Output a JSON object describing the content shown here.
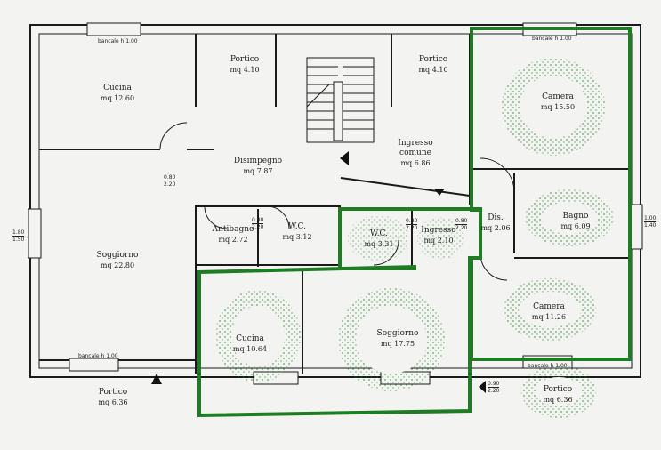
{
  "plan": {
    "line_color": "#1a1a1a",
    "highlight_color": "#1e7d22",
    "stipple_color": "#2e8b2e",
    "rooms": [
      {
        "id": "cucina-left",
        "name": "Cucina",
        "area": "mq 12.60"
      },
      {
        "id": "portico-top-left",
        "name": "Portico",
        "area": "mq 4.10"
      },
      {
        "id": "portico-top-right",
        "name": "Portico",
        "area": "mq 4.10"
      },
      {
        "id": "camera-top",
        "name": "Camera",
        "area": "mq 15.50"
      },
      {
        "id": "disimpegno",
        "name": "Disimpegno",
        "area": "mq 7.87"
      },
      {
        "id": "ingresso-comune",
        "name": "Ingresso\ncomune",
        "area": "mq 6.86"
      },
      {
        "id": "bagno",
        "name": "Bagno",
        "area": "mq 6.09"
      },
      {
        "id": "soggiorno-left",
        "name": "Soggiorno",
        "area": "mq 22.80"
      },
      {
        "id": "antibagno",
        "name": "Antibagno",
        "area": "mq 2.72"
      },
      {
        "id": "wc-left",
        "name": "W.C.",
        "area": "mq 3.12"
      },
      {
        "id": "wc-right",
        "name": "W.C.",
        "area": "mq 3.31"
      },
      {
        "id": "ingresso",
        "name": "Ingresso",
        "area": "mq 2.10"
      },
      {
        "id": "dis",
        "name": "Dis.",
        "area": "mq 2.06"
      },
      {
        "id": "camera-mid",
        "name": "Camera",
        "area": "mq 11.26"
      },
      {
        "id": "cucina-right",
        "name": "Cucina",
        "area": "mq 10.64"
      },
      {
        "id": "soggiorno-right",
        "name": "Soggiorno",
        "area": "mq 17.75"
      },
      {
        "id": "portico-bottom-left",
        "name": "Portico",
        "area": "mq 6.36"
      },
      {
        "id": "portico-bottom-right",
        "name": "Portico",
        "area": "mq 6.36"
      }
    ],
    "dimensions": [
      {
        "id": "d-sill-1",
        "top": "bancale h 1.00",
        "bottom": ""
      },
      {
        "id": "d-sill-2",
        "top": "bancale h 1.00",
        "bottom": ""
      },
      {
        "id": "d-sill-3",
        "top": "bancale h 1.00",
        "bottom": ""
      },
      {
        "id": "d-sill-4",
        "top": "bancale h 1.00",
        "bottom": ""
      },
      {
        "id": "d-door-1",
        "top": "0.80",
        "bottom": "2.20"
      },
      {
        "id": "d-door-2",
        "top": "0.80",
        "bottom": "2.20"
      },
      {
        "id": "d-door-3",
        "top": "0.80",
        "bottom": "2.20"
      },
      {
        "id": "d-door-4",
        "top": "0.80",
        "bottom": "2.20"
      },
      {
        "id": "d-door-5",
        "top": "0.90",
        "bottom": "2.20"
      },
      {
        "id": "d-win-left",
        "top": "1.80",
        "bottom": "1.50"
      },
      {
        "id": "d-win-right",
        "top": "1.00",
        "bottom": "1.40"
      }
    ]
  }
}
